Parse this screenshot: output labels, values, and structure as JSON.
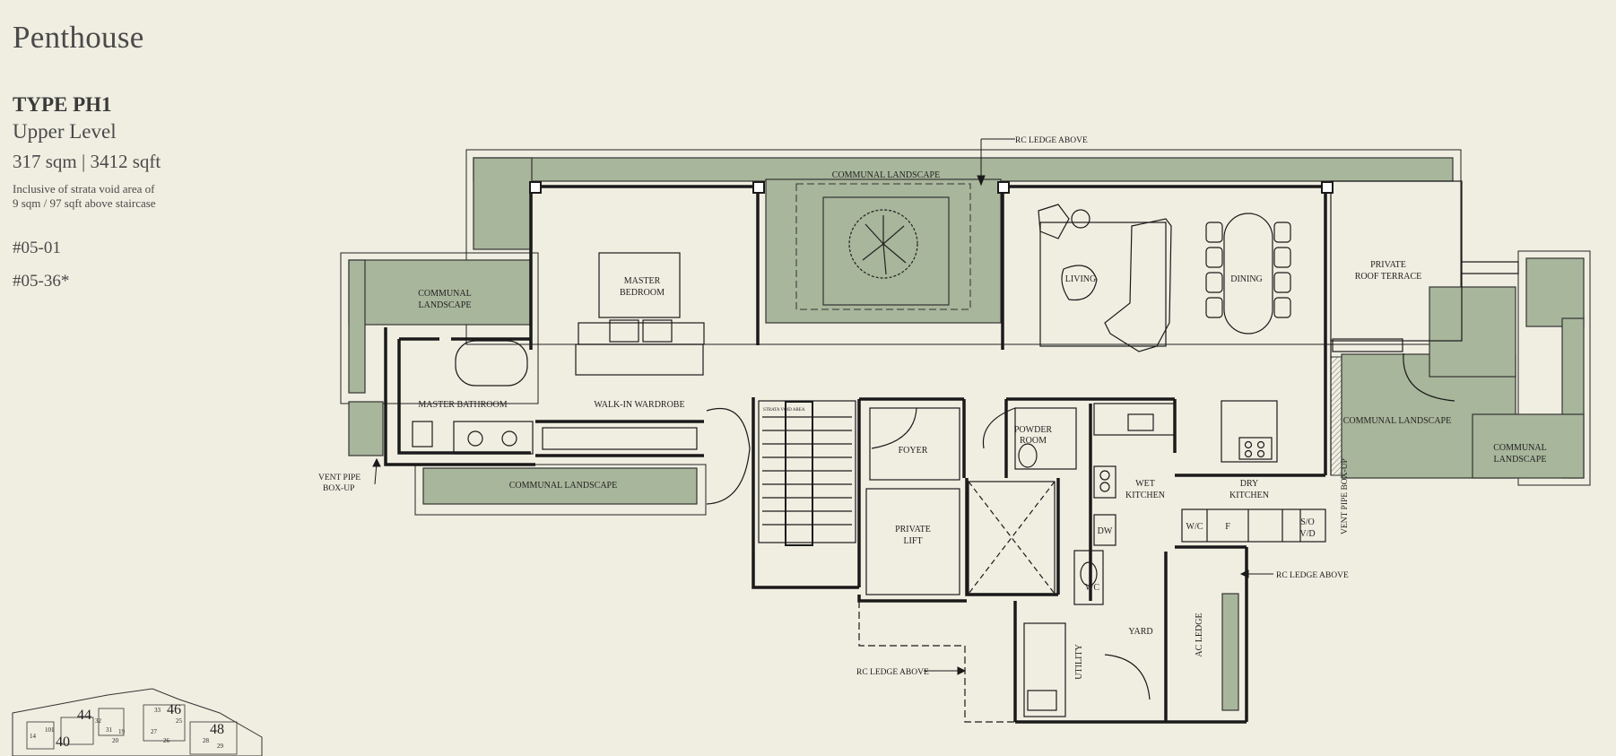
{
  "header": {
    "title": "Penthouse",
    "type": "TYPE PH1",
    "level": "Upper Level",
    "area": "317 sqm | 3412 sqft",
    "note_line1": "Inclusive of strata void area of",
    "note_line2": "9 sqm / 97 sqft above staircase"
  },
  "units": [
    "#05-01",
    "#05-36*"
  ],
  "rooms": {
    "master_bedroom_1": "MASTER",
    "master_bedroom_2": "BEDROOM",
    "master_bathroom": "MASTER BATHROOM",
    "walk_in_wardrobe": "WALK-IN WARDROBE",
    "living": "LIVING",
    "dining": "DINING",
    "private_roof_terrace_1": "PRIVATE",
    "private_roof_terrace_2": "ROOF TERRACE",
    "foyer": "FOYER",
    "private_lift_1": "PRIVATE",
    "private_lift_2": "LIFT",
    "powder_room_1": "POWDER",
    "powder_room_2": "ROOM",
    "wet_kitchen_1": "WET",
    "wet_kitchen_2": "KITCHEN",
    "dry_kitchen_1": "DRY",
    "dry_kitchen_2": "KITCHEN",
    "wc": "WC",
    "yard": "YARD",
    "utility": "UTILITY",
    "dw": "DW",
    "w_c": "W/C",
    "f": "F",
    "s_o": "S/O",
    "v_d": "V/D"
  },
  "landscape": {
    "communal": "COMMUNAL LANDSCAPE",
    "communal_line1": "COMMUNAL",
    "communal_line2": "LANDSCAPE"
  },
  "annotations": {
    "rc_ledge_above": "RC LEDGE ABOVE",
    "ac_ledge": "AC LEDGE",
    "vent_pipe_1": "VENT PIPE",
    "vent_pipe_2": "BOX-UP",
    "vent_pipe_vertical": "VENT PIPE BOX-UP",
    "strata_void": "STRATA VOID AREA"
  },
  "keyplan": {
    "blocks": [
      "44",
      "46",
      "48",
      "40"
    ],
    "units": [
      "14",
      "101",
      "32",
      "31",
      "33",
      "19",
      "20",
      "27",
      "26",
      "25",
      "28",
      "29"
    ]
  },
  "colors": {
    "background": "#f0eee1",
    "landscape": "#a8b69b",
    "wall": "#1a1a1a"
  }
}
